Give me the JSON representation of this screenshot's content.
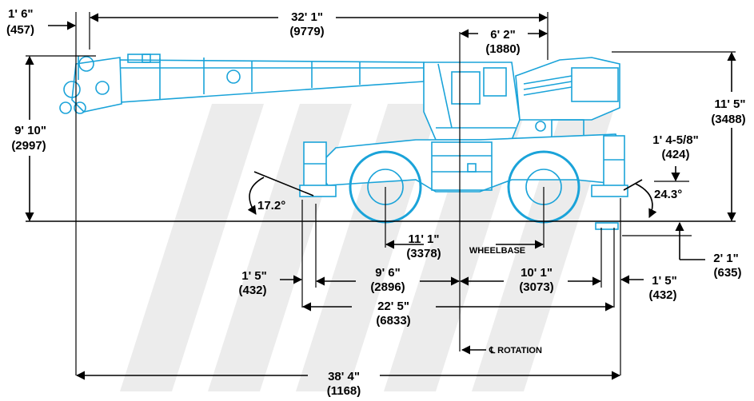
{
  "diagram": {
    "colors": {
      "crane": "#1aa3d9",
      "lines": "#000000",
      "watermark": "#ececec"
    },
    "dimensions": {
      "boom_tip_offset": {
        "imperial": "1' 6\"",
        "metric": "(457)"
      },
      "boom_length": {
        "imperial": "32' 1\"",
        "metric": "(9779)"
      },
      "cab_offset": {
        "imperial": "6' 2\"",
        "metric": "(1880)"
      },
      "overall_height": {
        "imperial": "11' 5\"",
        "metric": "(3488)"
      },
      "boom_height": {
        "imperial": "9' 10\"",
        "metric": "(2997)"
      },
      "ground_clearance": {
        "imperial": "1' 4-5/8\"",
        "metric": "(424)"
      },
      "front_angle": "17.2°",
      "rear_angle": "24.3°",
      "wheelbase": {
        "imperial": "11' 1\"",
        "metric": "(3378)",
        "label": "WHEELBASE"
      },
      "outrigger_drop": {
        "imperial": "2' 1\"",
        "metric": "(635)"
      },
      "front_overhang": {
        "imperial": "1' 5\"",
        "metric": "(432)"
      },
      "front_to_rotation": {
        "imperial": "9' 6\"",
        "metric": "(2896)"
      },
      "rotation_to_rear": {
        "imperial": "10' 1\"",
        "metric": "(3073)"
      },
      "rear_overhang": {
        "imperial": "1' 5\"",
        "metric": "(432)"
      },
      "outrigger_span": {
        "imperial": "22' 5\"",
        "metric": "(6833)"
      },
      "rotation_label": "℄ ROTATION",
      "overall_length": {
        "imperial": "38' 4\"",
        "metric": "(1168)"
      }
    }
  }
}
